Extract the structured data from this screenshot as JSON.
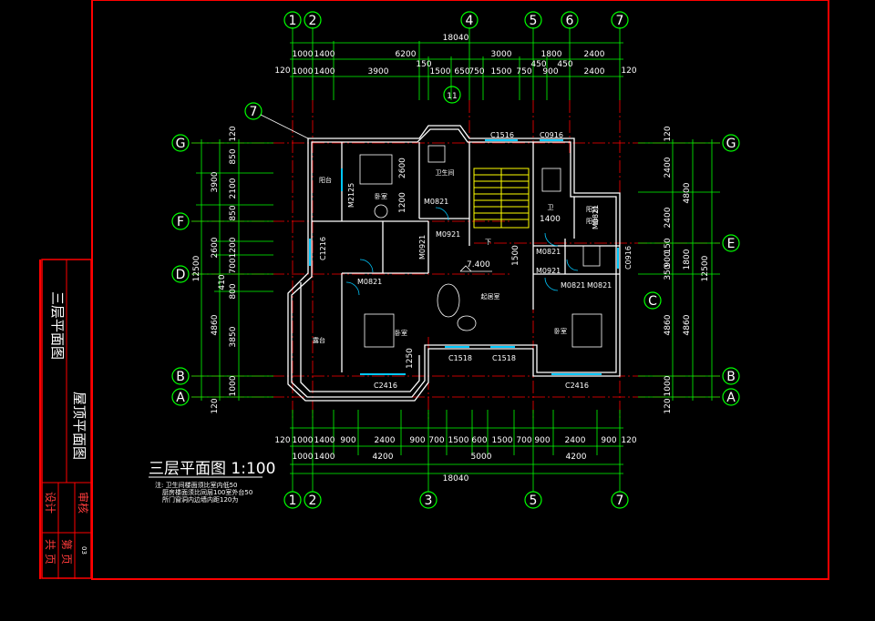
{
  "drawing": {
    "title": "三层平面图 1:100",
    "notes": [
      "注: 卫生间楼面须比室内低50",
      "厨房楼面须比同层100室外台50",
      "所门窗洞内边墙内距120为"
    ],
    "level_mark": "7.400",
    "section_tag": "11",
    "section_tag_top": "7",
    "stair_label": "下"
  },
  "title_block": {
    "sheet_name_1": "三层平面图",
    "sheet_name_2": "屋顶平面图",
    "design": "设计",
    "review": "审核",
    "sheet_label": "共 页",
    "page_label": "第 页",
    "sheet_no": "03"
  },
  "axes": {
    "top": [
      "1",
      "2",
      "4",
      "5",
      "6",
      "7"
    ],
    "bottom": [
      "1",
      "2",
      "3",
      "5",
      "7"
    ],
    "left": [
      "G",
      "F",
      "D",
      "B",
      "A"
    ],
    "right": [
      "G",
      "E",
      "B",
      "A"
    ],
    "right_inner": "C"
  },
  "dims": {
    "top_total": "18040",
    "top_row1": [
      "1000",
      "1400",
      "6200",
      "3000",
      "1800",
      "2400"
    ],
    "top_row2": [
      "1000",
      "1400",
      "3900",
      "1500",
      "650",
      "750",
      "1500",
      "750",
      "900",
      "2400"
    ],
    "top_small": [
      "150",
      "450",
      "450"
    ],
    "top_ends": [
      "120",
      "120"
    ],
    "bottom_total": "18040",
    "bottom_row1": [
      "1000",
      "1400",
      "900",
      "2400",
      "900",
      "700",
      "1500",
      "600",
      "1500",
      "700",
      "900",
      "2400",
      "900"
    ],
    "bottom_row2": [
      "1000",
      "1400",
      "4200",
      "5000",
      "4200"
    ],
    "bottom_ends": [
      "120",
      "120"
    ],
    "left_total": "12500",
    "left_outer": [
      "3900",
      "2600",
      "410",
      "4860"
    ],
    "left_inner": [
      "120",
      "850",
      "2100",
      "850",
      "1200",
      "700",
      "800",
      "3850",
      "1000",
      "120"
    ],
    "right_total": "12500",
    "right_outer": [
      "4800",
      "1800",
      "4860"
    ],
    "right_inner": [
      "120",
      "2400",
      "2400",
      "150",
      "900",
      "350",
      "4860",
      "1000",
      "120"
    ],
    "interior": [
      "2600",
      "1200",
      "1400",
      "1500",
      "1250"
    ]
  },
  "rooms": [
    "阳台",
    "卧室",
    "卫生间",
    "露台",
    "起居室",
    "阳台",
    "卧室",
    "卫",
    "阳台",
    "卧室"
  ],
  "openings": {
    "windows": [
      "C1516",
      "C0916",
      "C1216",
      "C2416",
      "C1518",
      "C1518",
      "C2416",
      "C0916"
    ],
    "doors": [
      "M2125",
      "M0821",
      "M0921",
      "M0821",
      "M0921",
      "M0821",
      "M0821",
      "M0921",
      "M0821",
      "M0821"
    ]
  },
  "colors": {
    "background": "#000000",
    "dimension_line": "#00ff00",
    "axis_line": "#ff0000",
    "wall": "#ffffff",
    "window": "#00c8ff",
    "stair": "#ffff00",
    "border": "#ff0000"
  }
}
